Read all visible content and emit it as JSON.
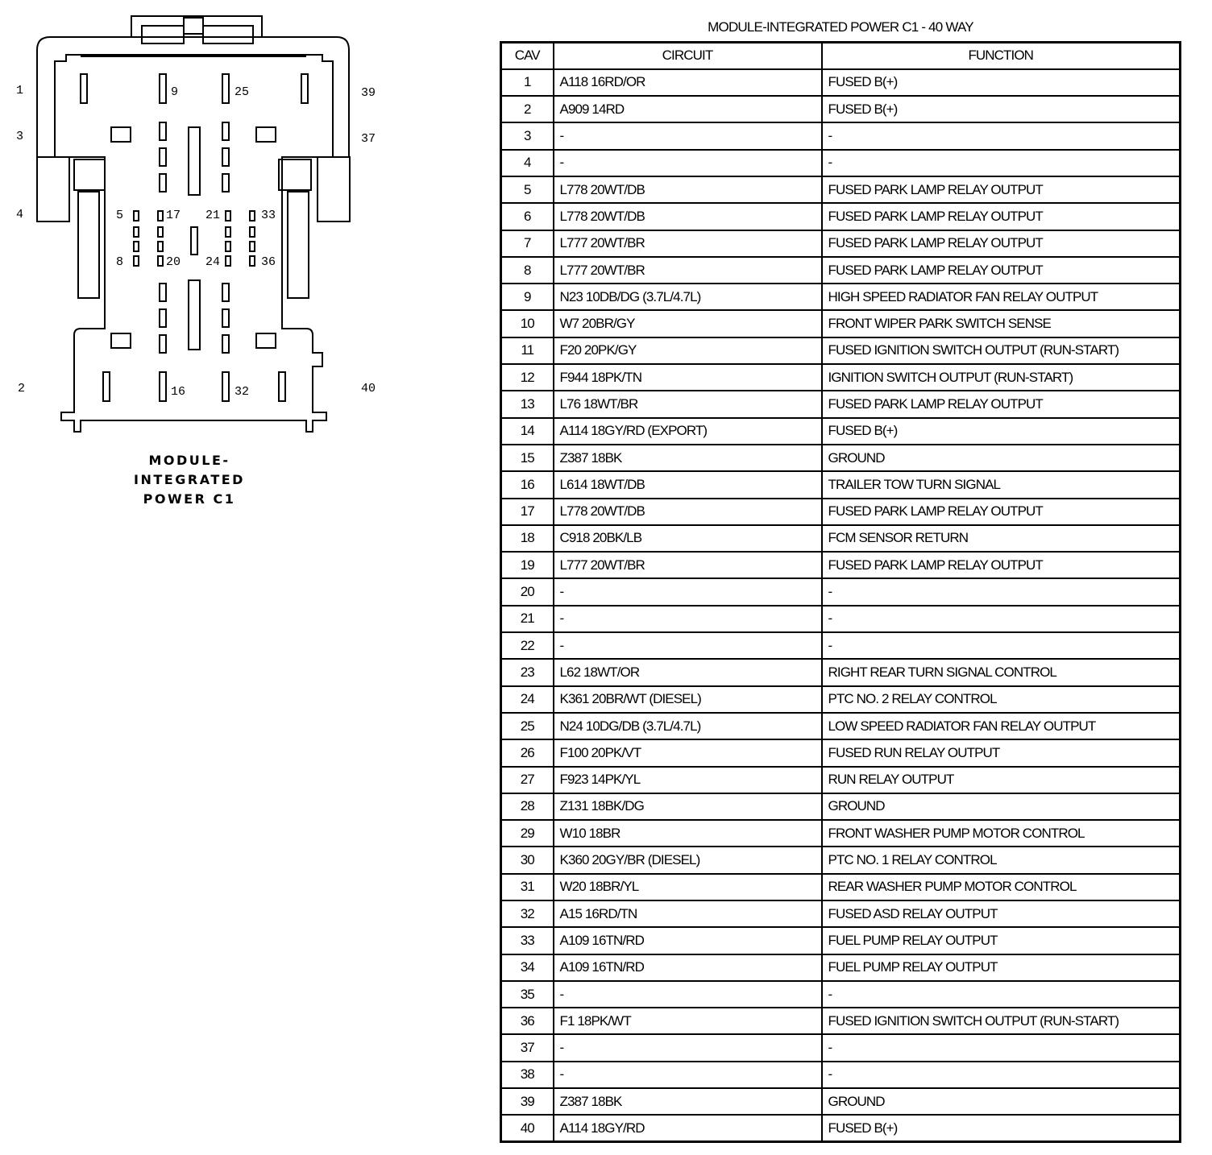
{
  "connector": {
    "cavity_labels": [
      "1",
      "3",
      "4",
      "2",
      "39",
      "37",
      "40",
      "9",
      "25",
      "5",
      "17",
      "21",
      "33",
      "8",
      "20",
      "24",
      "36",
      "16",
      "32"
    ],
    "caption": [
      "MODULE-",
      "INTEGRATED",
      "POWER C1"
    ]
  },
  "table": {
    "title": "MODULE-INTEGRATED POWER C1 - 40 WAY",
    "headers": {
      "cav": "CAV",
      "circuit": "CIRCUIT",
      "function": "FUNCTION"
    },
    "rows": [
      {
        "cav": "1",
        "circuit": "A118 16RD/OR",
        "function": "FUSED B(+)"
      },
      {
        "cav": "2",
        "circuit": "A909 14RD",
        "function": "FUSED B(+)"
      },
      {
        "cav": "3",
        "circuit": "-",
        "function": "-"
      },
      {
        "cav": "4",
        "circuit": "-",
        "function": "-"
      },
      {
        "cav": "5",
        "circuit": "L778 20WT/DB",
        "function": "FUSED PARK LAMP RELAY OUTPUT"
      },
      {
        "cav": "6",
        "circuit": "L778 20WT/DB",
        "function": "FUSED PARK LAMP RELAY OUTPUT"
      },
      {
        "cav": "7",
        "circuit": "L777 20WT/BR",
        "function": "FUSED PARK LAMP RELAY OUTPUT"
      },
      {
        "cav": "8",
        "circuit": "L777 20WT/BR",
        "function": "FUSED PARK LAMP RELAY OUTPUT"
      },
      {
        "cav": "9",
        "circuit": "N23 10DB/DG (3.7L/4.7L)",
        "function": "HIGH SPEED RADIATOR FAN RELAY OUTPUT"
      },
      {
        "cav": "10",
        "circuit": "W7 20BR/GY",
        "function": "FRONT WIPER PARK SWITCH SENSE"
      },
      {
        "cav": "11",
        "circuit": "F20 20PK/GY",
        "function": "FUSED IGNITION SWITCH OUTPUT (RUN-START)"
      },
      {
        "cav": "12",
        "circuit": "F944 18PK/TN",
        "function": "IGNITION SWITCH OUTPUT (RUN-START)"
      },
      {
        "cav": "13",
        "circuit": "L76 18WT/BR",
        "function": "FUSED PARK LAMP RELAY OUTPUT"
      },
      {
        "cav": "14",
        "circuit": "A114 18GY/RD (EXPORT)",
        "function": "FUSED B(+)"
      },
      {
        "cav": "15",
        "circuit": "Z387 18BK",
        "function": "GROUND"
      },
      {
        "cav": "16",
        "circuit": "L614 18WT/DB",
        "function": "TRAILER TOW TURN SIGNAL"
      },
      {
        "cav": "17",
        "circuit": "L778 20WT/DB",
        "function": "FUSED PARK LAMP RELAY OUTPUT"
      },
      {
        "cav": "18",
        "circuit": "C918 20BK/LB",
        "function": "FCM SENSOR RETURN"
      },
      {
        "cav": "19",
        "circuit": "L777 20WT/BR",
        "function": "FUSED PARK LAMP RELAY OUTPUT"
      },
      {
        "cav": "20",
        "circuit": "-",
        "function": "-"
      },
      {
        "cav": "21",
        "circuit": "-",
        "function": "-"
      },
      {
        "cav": "22",
        "circuit": "-",
        "function": "-"
      },
      {
        "cav": "23",
        "circuit": "L62 18WT/OR",
        "function": "RIGHT REAR TURN SIGNAL CONTROL"
      },
      {
        "cav": "24",
        "circuit": "K361 20BR/WT (DIESEL)",
        "function": "PTC NO. 2 RELAY CONTROL"
      },
      {
        "cav": "25",
        "circuit": "N24 10DG/DB (3.7L/4.7L)",
        "function": "LOW SPEED RADIATOR FAN RELAY OUTPUT"
      },
      {
        "cav": "26",
        "circuit": "F100 20PK/VT",
        "function": "FUSED RUN RELAY OUTPUT"
      },
      {
        "cav": "27",
        "circuit": "F923 14PK/YL",
        "function": "RUN RELAY OUTPUT"
      },
      {
        "cav": "28",
        "circuit": "Z131 18BK/DG",
        "function": "GROUND"
      },
      {
        "cav": "29",
        "circuit": "W10 18BR",
        "function": "FRONT WASHER PUMP MOTOR CONTROL"
      },
      {
        "cav": "30",
        "circuit": "K360 20GY/BR (DIESEL)",
        "function": "PTC NO. 1 RELAY CONTROL"
      },
      {
        "cav": "31",
        "circuit": "W20 18BR/YL",
        "function": "REAR WASHER PUMP MOTOR CONTROL"
      },
      {
        "cav": "32",
        "circuit": "A15 16RD/TN",
        "function": "FUSED ASD RELAY OUTPUT"
      },
      {
        "cav": "33",
        "circuit": "A109 16TN/RD",
        "function": "FUEL PUMP RELAY OUTPUT"
      },
      {
        "cav": "34",
        "circuit": "A109 16TN/RD",
        "function": "FUEL PUMP RELAY OUTPUT"
      },
      {
        "cav": "35",
        "circuit": "-",
        "function": "-"
      },
      {
        "cav": "36",
        "circuit": "F1 18PK/WT",
        "function": "FUSED IGNITION SWITCH OUTPUT (RUN-START)"
      },
      {
        "cav": "37",
        "circuit": "-",
        "function": "-"
      },
      {
        "cav": "38",
        "circuit": "-",
        "function": "-"
      },
      {
        "cav": "39",
        "circuit": "Z387 18BK",
        "function": "GROUND"
      },
      {
        "cav": "40",
        "circuit": "A114 18GY/RD",
        "function": "FUSED B(+)"
      }
    ]
  }
}
